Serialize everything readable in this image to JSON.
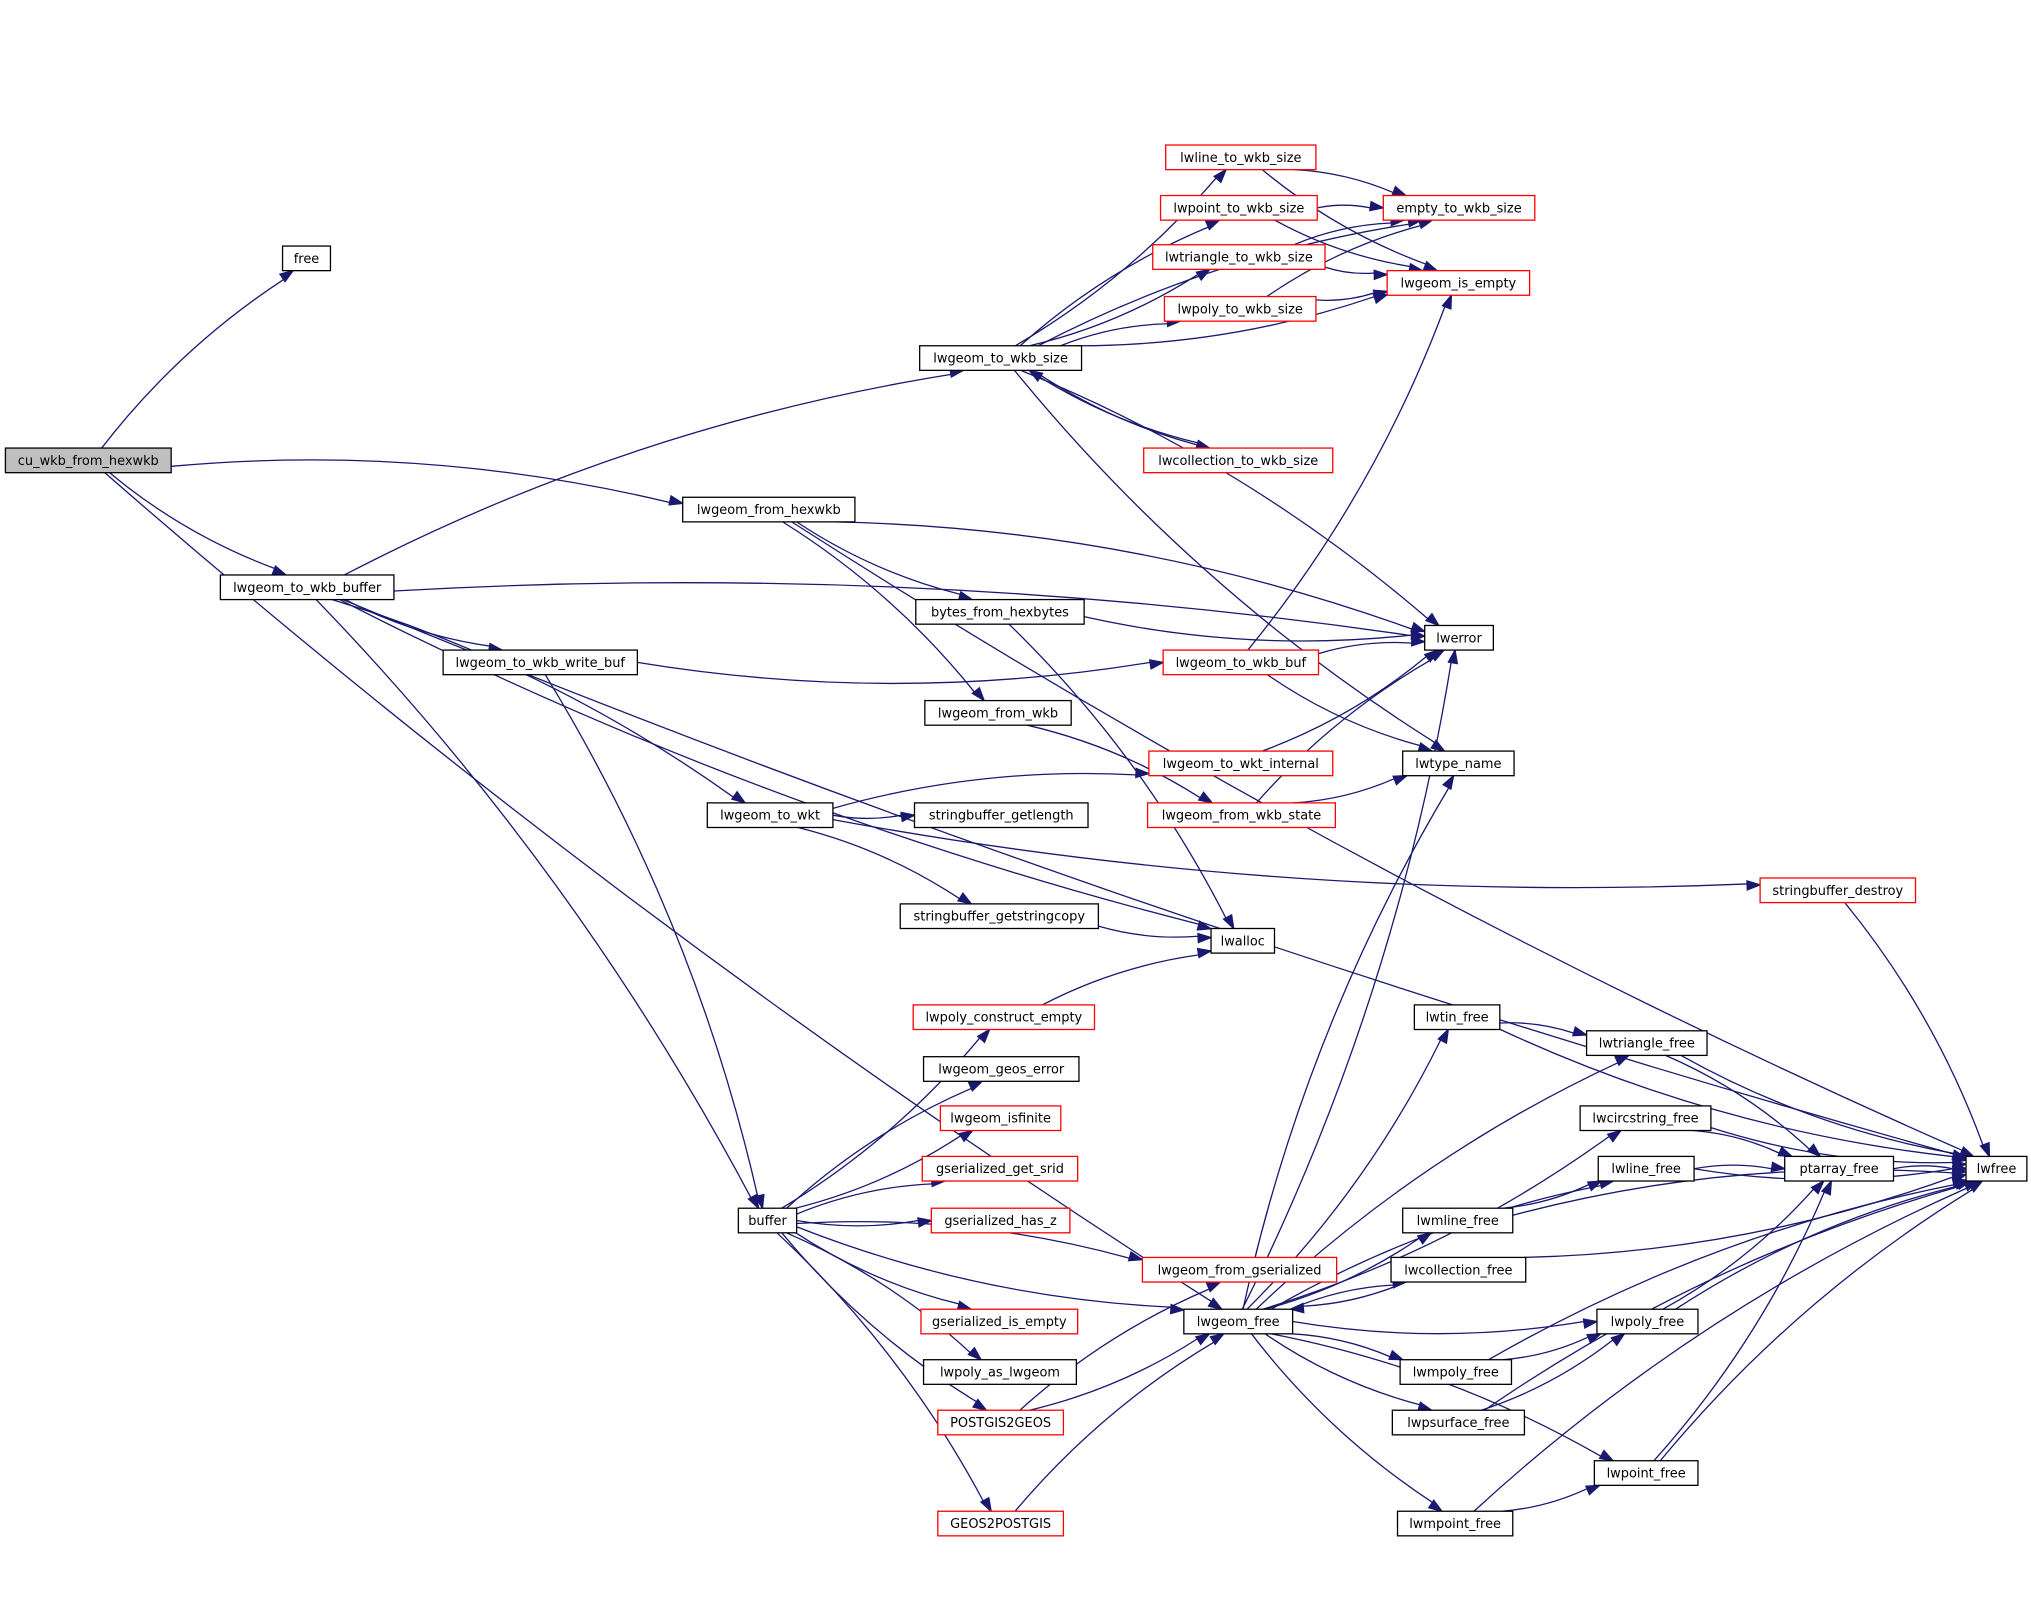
{
  "title": "cu_wkb_from_hexwkb call graph",
  "colors": {
    "edge": "#191970",
    "root_fill": "#bfbfbf",
    "normal_border": "#000000",
    "truncated_border": "#ff0000",
    "node_fill": "#ffffff"
  },
  "nodes": [
    {
      "id": "cu_wkb_from_hexwkb",
      "label": "cu_wkb_from_hexwkb",
      "kind": "root"
    },
    {
      "id": "free",
      "label": "free",
      "kind": "normal"
    },
    {
      "id": "lwgeom_to_wkb_buffer",
      "label": "lwgeom_to_wkb_buffer",
      "kind": "normal"
    },
    {
      "id": "lwgeom_from_hexwkb",
      "label": "lwgeom_from_hexwkb",
      "kind": "normal"
    },
    {
      "id": "lwgeom_to_wkb_size",
      "label": "lwgeom_to_wkb_size",
      "kind": "normal"
    },
    {
      "id": "lwline_to_wkb_size",
      "label": "lwline_to_wkb_size",
      "kind": "truncated"
    },
    {
      "id": "lwpoint_to_wkb_size",
      "label": "lwpoint_to_wkb_size",
      "kind": "truncated"
    },
    {
      "id": "lwtriangle_to_wkb_size",
      "label": "lwtriangle_to_wkb_size",
      "kind": "truncated"
    },
    {
      "id": "lwpoly_to_wkb_size",
      "label": "lwpoly_to_wkb_size",
      "kind": "truncated"
    },
    {
      "id": "lwcollection_to_wkb_size",
      "label": "lwcollection_to_wkb_size",
      "kind": "truncated"
    },
    {
      "id": "empty_to_wkb_size",
      "label": "empty_to_wkb_size",
      "kind": "truncated"
    },
    {
      "id": "lwgeom_is_empty",
      "label": "lwgeom_is_empty",
      "kind": "truncated"
    },
    {
      "id": "lwerror",
      "label": "lwerror",
      "kind": "normal"
    },
    {
      "id": "bytes_from_hexbytes",
      "label": "bytes_from_hexbytes",
      "kind": "normal"
    },
    {
      "id": "lwgeom_to_wkb_write_buf",
      "label": "lwgeom_to_wkb_write_buf",
      "kind": "normal"
    },
    {
      "id": "lwgeom_to_wkb_buf",
      "label": "lwgeom_to_wkb_buf",
      "kind": "truncated"
    },
    {
      "id": "lwgeom_from_wkb",
      "label": "lwgeom_from_wkb",
      "kind": "normal"
    },
    {
      "id": "lwgeom_to_wkt_internal",
      "label": "lwgeom_to_wkt_internal",
      "kind": "truncated"
    },
    {
      "id": "lwtype_name",
      "label": "lwtype_name",
      "kind": "normal"
    },
    {
      "id": "lwgeom_to_wkt",
      "label": "lwgeom_to_wkt",
      "kind": "normal"
    },
    {
      "id": "stringbuffer_getlength",
      "label": "stringbuffer_getlength",
      "kind": "normal"
    },
    {
      "id": "lwgeom_from_wkb_state",
      "label": "lwgeom_from_wkb_state",
      "kind": "truncated"
    },
    {
      "id": "stringbuffer_destroy",
      "label": "stringbuffer_destroy",
      "kind": "truncated"
    },
    {
      "id": "stringbuffer_getstringcopy",
      "label": "stringbuffer_getstringcopy",
      "kind": "normal"
    },
    {
      "id": "lwalloc",
      "label": "lwalloc",
      "kind": "normal"
    },
    {
      "id": "lwpoly_construct_empty",
      "label": "lwpoly_construct_empty",
      "kind": "truncated"
    },
    {
      "id": "lwgeom_geos_error",
      "label": "lwgeom_geos_error",
      "kind": "normal"
    },
    {
      "id": "lwgeom_isfinite",
      "label": "lwgeom_isfinite",
      "kind": "truncated"
    },
    {
      "id": "gserialized_get_srid",
      "label": "gserialized_get_srid",
      "kind": "truncated"
    },
    {
      "id": "gserialized_has_z",
      "label": "gserialized_has_z",
      "kind": "truncated"
    },
    {
      "id": "buffer",
      "label": "buffer",
      "kind": "normal"
    },
    {
      "id": "lwgeom_from_gserialized",
      "label": "lwgeom_from_gserialized",
      "kind": "truncated"
    },
    {
      "id": "gserialized_is_empty",
      "label": "gserialized_is_empty",
      "kind": "truncated"
    },
    {
      "id": "lwgeom_free",
      "label": "lwgeom_free",
      "kind": "normal"
    },
    {
      "id": "lwpoly_as_lwgeom",
      "label": "lwpoly_as_lwgeom",
      "kind": "normal"
    },
    {
      "id": "POSTGIS2GEOS",
      "label": "POSTGIS2GEOS",
      "kind": "truncated"
    },
    {
      "id": "GEOS2POSTGIS",
      "label": "GEOS2POSTGIS",
      "kind": "truncated"
    },
    {
      "id": "lwtin_free",
      "label": "lwtin_free",
      "kind": "normal"
    },
    {
      "id": "lwtriangle_free",
      "label": "lwtriangle_free",
      "kind": "normal"
    },
    {
      "id": "lwcircstring_free",
      "label": "lwcircstring_free",
      "kind": "normal"
    },
    {
      "id": "lwline_free",
      "label": "lwline_free",
      "kind": "normal"
    },
    {
      "id": "ptarray_free",
      "label": "ptarray_free",
      "kind": "normal"
    },
    {
      "id": "lwfree",
      "label": "lwfree",
      "kind": "normal"
    },
    {
      "id": "lwmline_free",
      "label": "lwmline_free",
      "kind": "normal"
    },
    {
      "id": "lwcollection_free",
      "label": "lwcollection_free",
      "kind": "normal"
    },
    {
      "id": "lwpoly_free",
      "label": "lwpoly_free",
      "kind": "normal"
    },
    {
      "id": "lwmpoly_free",
      "label": "lwmpoly_free",
      "kind": "normal"
    },
    {
      "id": "lwpsurface_free",
      "label": "lwpsurface_free",
      "kind": "normal"
    },
    {
      "id": "lwpoint_free",
      "label": "lwpoint_free",
      "kind": "normal"
    },
    {
      "id": "lwmpoint_free",
      "label": "lwmpoint_free",
      "kind": "normal"
    }
  ],
  "edges": [
    [
      "cu_wkb_from_hexwkb",
      "free"
    ],
    [
      "cu_wkb_from_hexwkb",
      "lwgeom_to_wkb_buffer"
    ],
    [
      "cu_wkb_from_hexwkb",
      "lwgeom_from_hexwkb"
    ],
    [
      "cu_wkb_from_hexwkb",
      "lwgeom_free"
    ],
    [
      "lwgeom_to_wkb_buffer",
      "lwgeom_to_wkb_size"
    ],
    [
      "lwgeom_to_wkb_buffer",
      "lwfree"
    ],
    [
      "lwgeom_to_wkb_buffer",
      "lwerror"
    ],
    [
      "lwgeom_to_wkb_buffer",
      "lwgeom_to_wkb_write_buf"
    ],
    [
      "lwgeom_to_wkb_buffer",
      "lwgeom_to_wkt"
    ],
    [
      "lwgeom_to_wkb_buffer",
      "lwalloc"
    ],
    [
      "lwgeom_to_wkb_buffer",
      "buffer"
    ],
    [
      "lwgeom_from_hexwkb",
      "lwfree"
    ],
    [
      "lwgeom_from_hexwkb",
      "lwerror"
    ],
    [
      "lwgeom_from_hexwkb",
      "bytes_from_hexbytes"
    ],
    [
      "lwgeom_from_hexwkb",
      "lwgeom_from_wkb"
    ],
    [
      "lwgeom_to_wkb_size",
      "lwline_to_wkb_size"
    ],
    [
      "lwgeom_to_wkb_size",
      "lwpoint_to_wkb_size"
    ],
    [
      "lwgeom_to_wkb_size",
      "lwtriangle_to_wkb_size"
    ],
    [
      "lwgeom_to_wkb_size",
      "lwpoly_to_wkb_size"
    ],
    [
      "lwgeom_to_wkb_size",
      "lwcollection_to_wkb_size"
    ],
    [
      "lwgeom_to_wkb_size",
      "empty_to_wkb_size"
    ],
    [
      "lwgeom_to_wkb_size",
      "lwgeom_is_empty"
    ],
    [
      "lwgeom_to_wkb_size",
      "lwerror"
    ],
    [
      "lwgeom_to_wkb_size",
      "lwtype_name"
    ],
    [
      "lwline_to_wkb_size",
      "empty_to_wkb_size"
    ],
    [
      "lwline_to_wkb_size",
      "lwgeom_is_empty"
    ],
    [
      "lwpoint_to_wkb_size",
      "empty_to_wkb_size"
    ],
    [
      "lwpoint_to_wkb_size",
      "lwgeom_is_empty"
    ],
    [
      "lwtriangle_to_wkb_size",
      "empty_to_wkb_size"
    ],
    [
      "lwtriangle_to_wkb_size",
      "lwgeom_is_empty"
    ],
    [
      "lwpoly_to_wkb_size",
      "empty_to_wkb_size"
    ],
    [
      "lwpoly_to_wkb_size",
      "lwgeom_is_empty"
    ],
    [
      "lwcollection_to_wkb_size",
      "lwgeom_to_wkb_size"
    ],
    [
      "bytes_from_hexbytes",
      "lwerror"
    ],
    [
      "bytes_from_hexbytes",
      "lwalloc"
    ],
    [
      "lwgeom_to_wkb_write_buf",
      "lwgeom_to_wkb_buf"
    ],
    [
      "lwgeom_to_wkb_write_buf",
      "buffer"
    ],
    [
      "lwgeom_to_wkb_buf",
      "lwgeom_is_empty"
    ],
    [
      "lwgeom_to_wkb_buf",
      "lwerror"
    ],
    [
      "lwgeom_to_wkb_buf",
      "lwtype_name"
    ],
    [
      "lwgeom_from_wkb",
      "lwgeom_from_wkb_state"
    ],
    [
      "lwgeom_to_wkt_internal",
      "lwerror"
    ],
    [
      "lwgeom_from_wkb_state",
      "lwerror"
    ],
    [
      "lwgeom_from_wkb_state",
      "lwtype_name"
    ],
    [
      "lwgeom_to_wkt",
      "lwgeom_to_wkt_internal"
    ],
    [
      "lwgeom_to_wkt",
      "stringbuffer_getlength"
    ],
    [
      "lwgeom_to_wkt",
      "stringbuffer_getstringcopy"
    ],
    [
      "lwgeom_to_wkt",
      "stringbuffer_destroy"
    ],
    [
      "stringbuffer_destroy",
      "lwfree"
    ],
    [
      "stringbuffer_getstringcopy",
      "lwalloc"
    ],
    [
      "lwpoly_construct_empty",
      "lwalloc"
    ],
    [
      "buffer",
      "lwpoly_construct_empty"
    ],
    [
      "buffer",
      "lwgeom_geos_error"
    ],
    [
      "buffer",
      "lwgeom_isfinite"
    ],
    [
      "buffer",
      "gserialized_get_srid"
    ],
    [
      "buffer",
      "gserialized_has_z"
    ],
    [
      "buffer",
      "lwgeom_from_gserialized"
    ],
    [
      "buffer",
      "gserialized_is_empty"
    ],
    [
      "buffer",
      "lwpoly_as_lwgeom"
    ],
    [
      "buffer",
      "POSTGIS2GEOS"
    ],
    [
      "buffer",
      "GEOS2POSTGIS"
    ],
    [
      "buffer",
      "lwgeom_free"
    ],
    [
      "POSTGIS2GEOS",
      "lwgeom_from_gserialized"
    ],
    [
      "POSTGIS2GEOS",
      "lwgeom_free"
    ],
    [
      "GEOS2POSTGIS",
      "lwgeom_free"
    ],
    [
      "lwgeom_free",
      "lwerror"
    ],
    [
      "lwgeom_free",
      "lwtype_name"
    ],
    [
      "lwgeom_free",
      "lwtin_free"
    ],
    [
      "lwgeom_free",
      "lwtriangle_free"
    ],
    [
      "lwgeom_free",
      "lwcircstring_free"
    ],
    [
      "lwgeom_free",
      "lwline_free"
    ],
    [
      "lwgeom_free",
      "lwmline_free"
    ],
    [
      "lwgeom_free",
      "lwcollection_free"
    ],
    [
      "lwgeom_free",
      "lwpoly_free"
    ],
    [
      "lwgeom_free",
      "lwmpoly_free"
    ],
    [
      "lwgeom_free",
      "lwpsurface_free"
    ],
    [
      "lwgeom_free",
      "lwpoint_free"
    ],
    [
      "lwgeom_free",
      "lwmpoint_free"
    ],
    [
      "lwcollection_free",
      "lwgeom_free"
    ],
    [
      "lwcollection_free",
      "lwfree"
    ],
    [
      "lwtin_free",
      "lwtriangle_free"
    ],
    [
      "lwtin_free",
      "lwfree"
    ],
    [
      "lwtriangle_free",
      "ptarray_free"
    ],
    [
      "lwtriangle_free",
      "lwfree"
    ],
    [
      "lwcircstring_free",
      "ptarray_free"
    ],
    [
      "lwcircstring_free",
      "lwfree"
    ],
    [
      "lwline_free",
      "ptarray_free"
    ],
    [
      "lwline_free",
      "lwfree"
    ],
    [
      "ptarray_free",
      "lwfree"
    ],
    [
      "lwmline_free",
      "lwline_free"
    ],
    [
      "lwmline_free",
      "lwfree"
    ],
    [
      "lwpoly_free",
      "ptarray_free"
    ],
    [
      "lwpoly_free",
      "lwfree"
    ],
    [
      "lwmpoly_free",
      "lwpoly_free"
    ],
    [
      "lwmpoly_free",
      "lwfree"
    ],
    [
      "lwpsurface_free",
      "lwpoly_free"
    ],
    [
      "lwpsurface_free",
      "lwfree"
    ],
    [
      "lwpoint_free",
      "ptarray_free"
    ],
    [
      "lwpoint_free",
      "lwfree"
    ],
    [
      "lwmpoint_free",
      "lwpoint_free"
    ],
    [
      "lwmpoint_free",
      "lwfree"
    ]
  ]
}
